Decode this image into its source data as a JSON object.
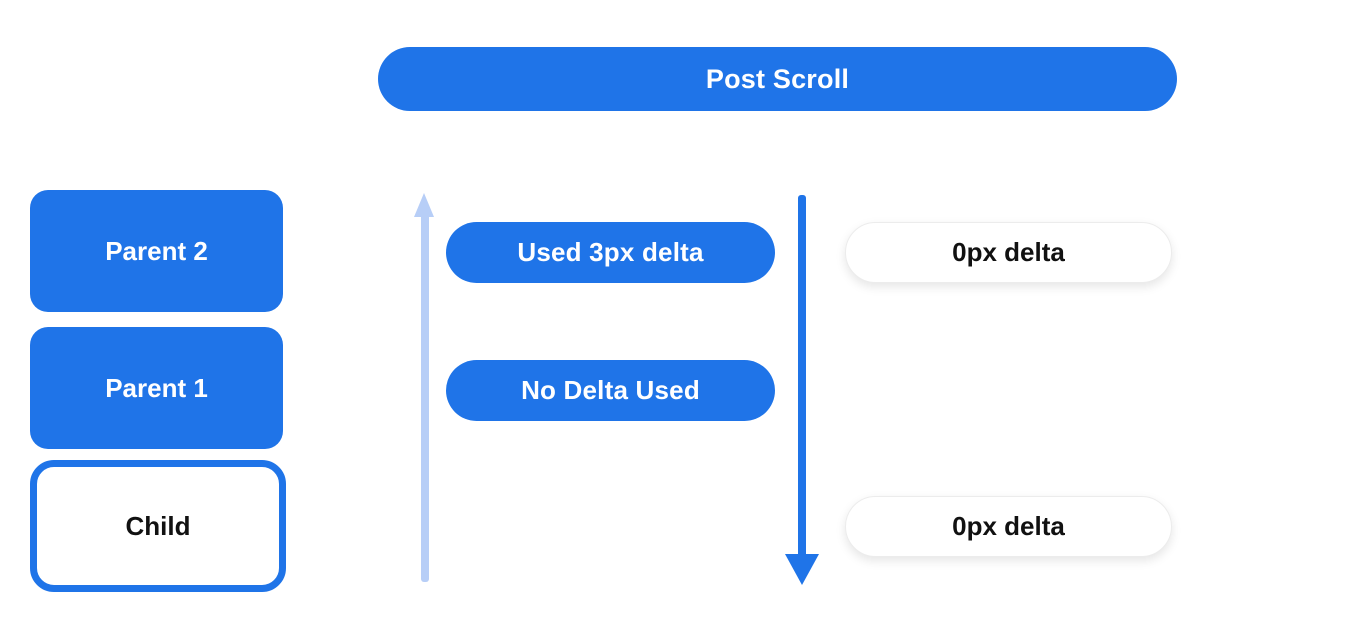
{
  "header": {
    "label": "Post Scroll"
  },
  "scrollable_stack": {
    "items": [
      {
        "label": "Parent 2",
        "variant": "filled"
      },
      {
        "label": "Parent 1",
        "variant": "filled"
      },
      {
        "label": "Child",
        "variant": "outlined"
      }
    ]
  },
  "delta_annotations": {
    "items": [
      {
        "label": "Used 3px delta"
      },
      {
        "label": "No Delta Used"
      }
    ]
  },
  "result_annotations": {
    "items": [
      {
        "label": "0px delta"
      },
      {
        "label": "0px delta"
      }
    ]
  },
  "arrows": {
    "up": {
      "direction": "up",
      "color": "#B7CEF7"
    },
    "down": {
      "direction": "down",
      "color": "#1F74E8"
    }
  },
  "colors": {
    "primary_blue": "#1F74E8",
    "light_blue": "#B7CEF7",
    "pill_border": "#ECECEC",
    "text_dark": "#111111",
    "background": "#FFFFFF"
  }
}
